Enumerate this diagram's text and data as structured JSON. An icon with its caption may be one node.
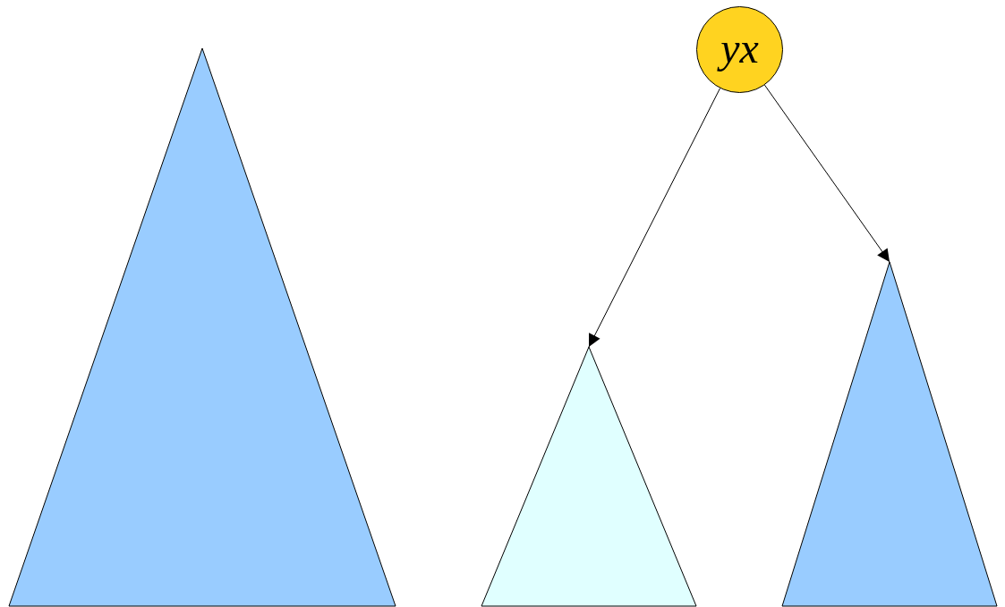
{
  "diagram": {
    "nodes": [
      {
        "text": [],
        "shape": "triangle"
      },
      {
        "text": [
          "yx"
        ]
      },
      {
        "text": [],
        "shape": "triangle"
      },
      {
        "text": [],
        "shape": "triangle"
      }
    ],
    "edges": [
      {
        "from": 1,
        "to": 2,
        "arrow": "to"
      },
      {
        "from": 1,
        "to": 3,
        "arrow": "to"
      }
    ]
  }
}
